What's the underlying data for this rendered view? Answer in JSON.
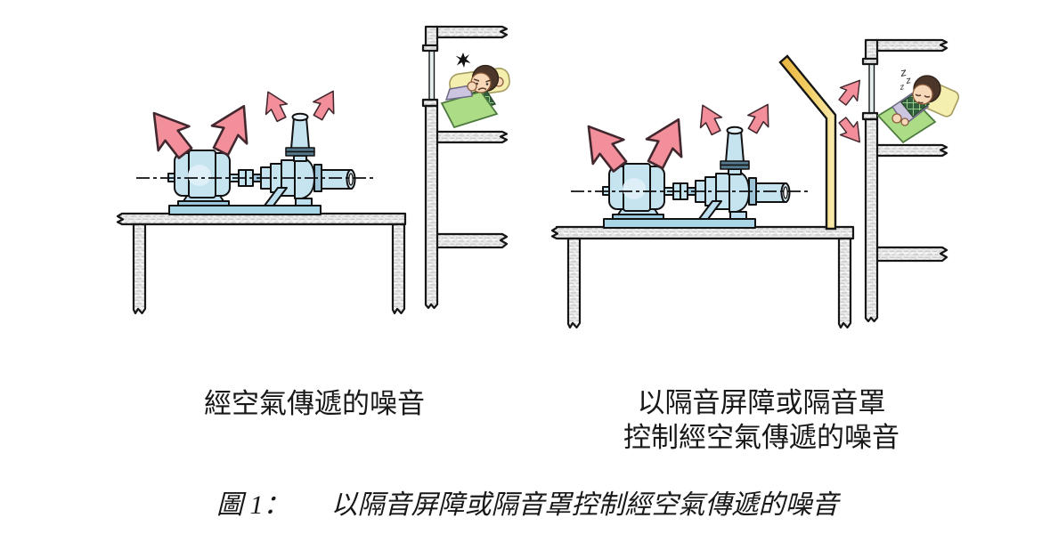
{
  "figure": {
    "left_scene": {
      "label": "經空氣傳遞的噪音",
      "listener": "annoyed-person-covering-ears"
    },
    "right_scene": {
      "label_line1": "以隔音屏障或隔音罩",
      "label_line2": "控制經空氣傳遞的噪音",
      "listener": "sleeping-person",
      "sleep_z": [
        "z",
        "z",
        "z"
      ]
    },
    "caption": {
      "prefix": "圖 1：",
      "text": "以隔音屏障或隔音罩控制經空氣傳遞的噪音"
    },
    "colors": {
      "noise_arrow": "#F28F9B",
      "machine_body": "#C6E3F0",
      "barrier_yellow": "#F2CE63",
      "blanket_green": "#ACDC86",
      "pillow_yellow": "#F4EFAE",
      "masonry_gray": "#E8E8E8"
    }
  }
}
